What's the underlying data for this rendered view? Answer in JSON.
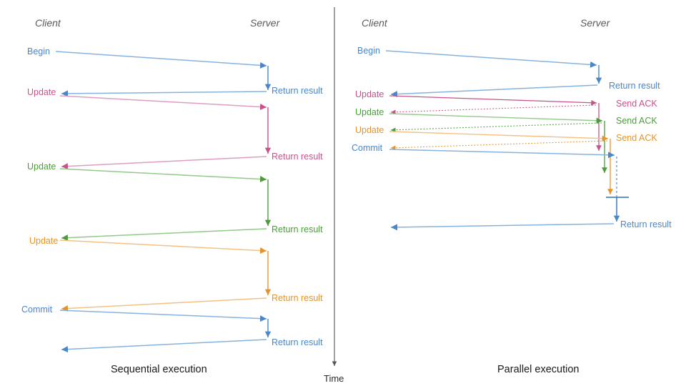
{
  "figure": {
    "background": "#ffffff",
    "time_axis": {
      "label": "Time",
      "direction": "downward",
      "color": "#555555"
    },
    "divider_color": "#555555"
  },
  "palette": {
    "blue": "#4a86c8",
    "blue_light": "#86b3de",
    "pink": "#c8528a",
    "pink_light": "#dd9ec0",
    "green": "#4f9a3f",
    "green_light": "#93c98a",
    "orange": "#e5932b",
    "orange_light": "#f3c184",
    "gray": "#5a5a5a",
    "black": "#1a1a1a"
  },
  "panels": [
    {
      "id": "sequential",
      "caption": "Sequential execution",
      "lanes": {
        "client": "Client",
        "server": "Server"
      },
      "client_labels": [
        {
          "text": "Begin",
          "color": "blue"
        },
        {
          "text": "Update",
          "color": "pink"
        },
        {
          "text": "Update",
          "color": "green"
        },
        {
          "text": "Update",
          "color": "orange"
        },
        {
          "text": "Commit",
          "color": "blue"
        }
      ],
      "server_labels": [
        {
          "text": "Return result",
          "color": "blue"
        },
        {
          "text": "Return result",
          "color": "pink"
        },
        {
          "text": "Return result",
          "color": "green"
        },
        {
          "text": "Return result",
          "color": "orange"
        },
        {
          "text": "Return result",
          "color": "blue"
        }
      ]
    },
    {
      "id": "parallel",
      "caption": "Parallel execution",
      "lanes": {
        "client": "Client",
        "server": "Server"
      },
      "client_labels": [
        {
          "text": "Begin",
          "color": "blue"
        },
        {
          "text": "Update",
          "color": "pink"
        },
        {
          "text": "Update",
          "color": "green"
        },
        {
          "text": "Update",
          "color": "orange"
        },
        {
          "text": "Commit",
          "color": "blue"
        }
      ],
      "server_labels": [
        {
          "text": "Return result",
          "color": "blue"
        },
        {
          "text": "Send ACK",
          "color": "pink"
        },
        {
          "text": "Send ACK",
          "color": "green"
        },
        {
          "text": "Send ACK",
          "color": "orange"
        },
        {
          "text": "Return result",
          "color": "blue"
        }
      ]
    }
  ],
  "text": {
    "client": "Client",
    "server": "Server",
    "begin": "Begin",
    "update": "Update",
    "commit": "Commit",
    "return_result": "Return result",
    "send_ack": "Send ACK",
    "sequential_caption": "Sequential execution",
    "parallel_caption": "Parallel execution",
    "time": "Time"
  }
}
